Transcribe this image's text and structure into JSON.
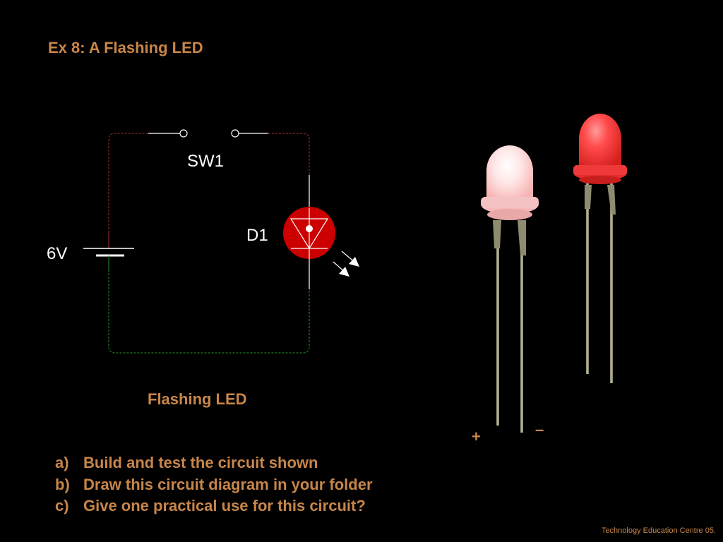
{
  "slide": {
    "title": "Ex 8:  A Flashing LED",
    "footer": "Technology Education Centre 05."
  },
  "circuit": {
    "switch_label": "SW1",
    "led_label": "D1",
    "battery_label": "6V",
    "caption": "Flashing LED",
    "wire_colors": {
      "top": "#8a2a20",
      "bottom": "#1f7a1f",
      "switch": "#ffffff"
    },
    "led_color": "#cc0000"
  },
  "tasks": [
    {
      "marker": "a)",
      "text": "Build and test the circuit shown"
    },
    {
      "marker": "b)",
      "text": "Draw this circuit diagram in your folder"
    },
    {
      "marker": "c)",
      "text": "Give one practical use for this circuit?"
    }
  ],
  "led_photo": {
    "plus_label": "+",
    "minus_label": "–",
    "diffused_color": "#ffc8c8",
    "red_color": "#ff3b3b"
  }
}
